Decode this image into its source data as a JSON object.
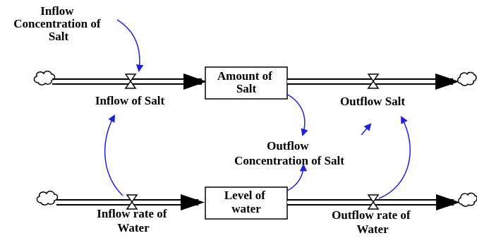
{
  "colors": {
    "link": "#1f1fd6",
    "pipe": "#000000",
    "box_fill": "#ffffff"
  },
  "labels": {
    "inflow_concentration_of_salt": [
      "Inflow",
      "Concentration of",
      "Salt"
    ],
    "inflow_of_salt": "Inflow of Salt",
    "amount_of_salt": [
      "Amount of",
      "Salt"
    ],
    "outflow_salt": "Outflow Salt",
    "outflow_concentration_of_salt": [
      "Outflow",
      "Concentration of Salt"
    ],
    "inflow_rate_of_water": [
      "Inflow rate of",
      "Water"
    ],
    "level_of_water": [
      "Level of",
      "water"
    ],
    "outflow_rate_of_water": [
      "Outflow rate of",
      "Water"
    ]
  },
  "icons": {
    "source_cloud": "cloud-icon",
    "sink_cloud": "cloud-icon",
    "valve": "valve-icon",
    "arrow_link": "curved-arrow-icon"
  }
}
